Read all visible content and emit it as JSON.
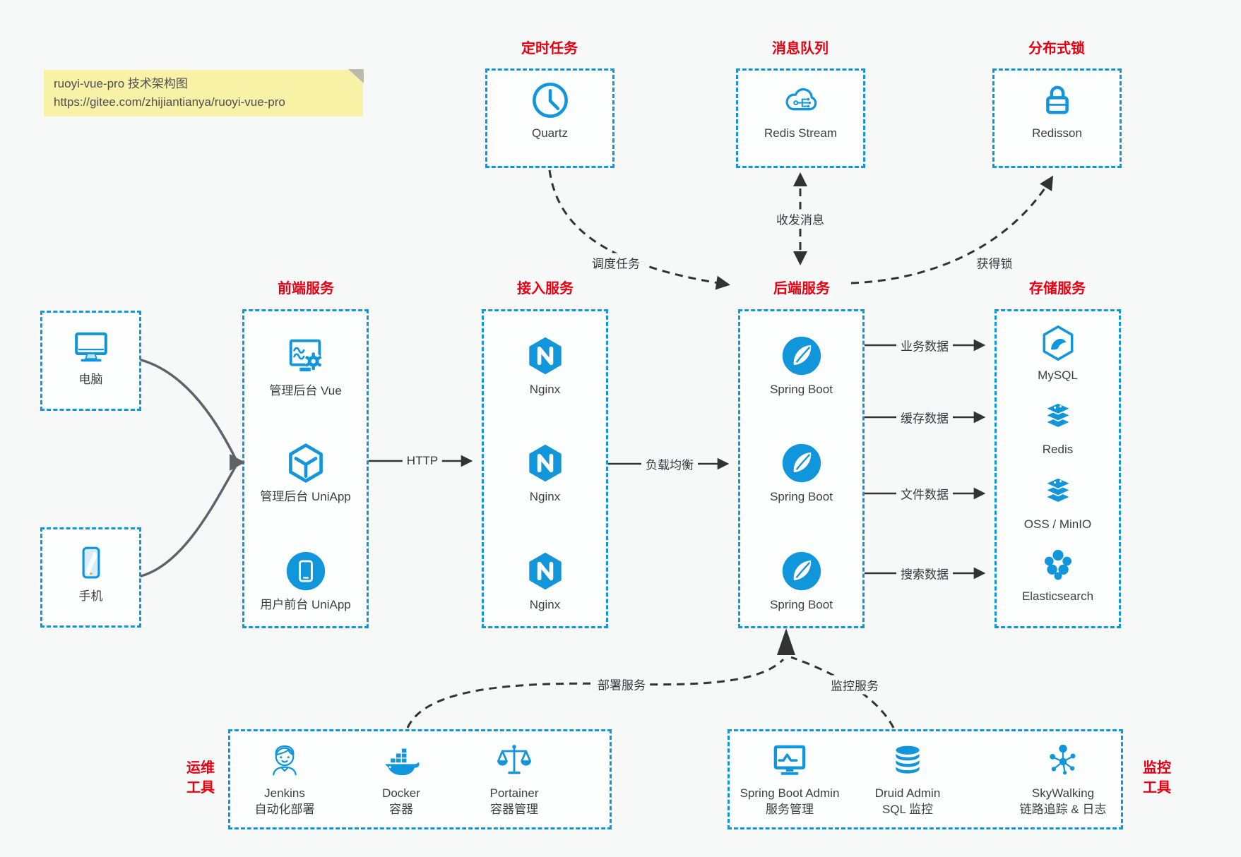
{
  "note": {
    "line1": "ruoyi-vue-pro 技术架构图",
    "line2": "https://gitee.com/zhijiantianya/ruoyi-vue-pro"
  },
  "colors": {
    "accent_blue": "#1296db",
    "title_red": "#e60012",
    "arrow_dark": "#333333",
    "note_bg": "#f8f2a7",
    "canvas_bg": "#f7f8f8"
  },
  "top_groups": [
    {
      "title": "定时任务",
      "icon": "clock-icon",
      "label": "Quartz"
    },
    {
      "title": "消息队列",
      "icon": "cloud-stream-icon",
      "label": "Redis Stream"
    },
    {
      "title": "分布式锁",
      "icon": "lock-icon",
      "label": "Redisson"
    }
  ],
  "devices": [
    {
      "icon": "desktop-icon",
      "label": "电脑"
    },
    {
      "icon": "mobile-icon",
      "label": "手机"
    }
  ],
  "columns": [
    {
      "title": "前端服务",
      "items": [
        {
          "icon": "admin-vue-icon",
          "label": "管理后台 Vue"
        },
        {
          "icon": "uniapp-cube-icon",
          "label": "管理后台 UniApp"
        },
        {
          "icon": "user-app-icon",
          "label": "用户前台 UniApp"
        }
      ]
    },
    {
      "title": "接入服务",
      "items": [
        {
          "icon": "nginx-icon",
          "label": "Nginx"
        },
        {
          "icon": "nginx-icon",
          "label": "Nginx"
        },
        {
          "icon": "nginx-icon",
          "label": "Nginx"
        }
      ]
    },
    {
      "title": "后端服务",
      "items": [
        {
          "icon": "spring-boot-icon",
          "label": "Spring Boot"
        },
        {
          "icon": "spring-boot-icon",
          "label": "Spring Boot"
        },
        {
          "icon": "spring-boot-icon",
          "label": "Spring Boot"
        }
      ]
    },
    {
      "title": "存储服务",
      "items": [
        {
          "icon": "mysql-icon",
          "label": "MySQL"
        },
        {
          "icon": "redis-stack-icon",
          "label": "Redis"
        },
        {
          "icon": "storage-stack-icon",
          "label": "OSS / MinIO"
        },
        {
          "icon": "elasticsearch-icon",
          "label": "Elasticsearch"
        }
      ]
    }
  ],
  "bottom_groups": [
    {
      "title_line1": "运维",
      "title_line2": "工具",
      "items": [
        {
          "icon": "jenkins-icon",
          "label": "Jenkins",
          "sublabel": "自动化部署"
        },
        {
          "icon": "docker-icon",
          "label": "Docker",
          "sublabel": "容器"
        },
        {
          "icon": "portainer-icon",
          "label": "Portainer",
          "sublabel": "容器管理"
        }
      ]
    },
    {
      "title_line1": "监控",
      "title_line2": "工具",
      "items": [
        {
          "icon": "springboot-admin-icon",
          "label": "Spring Boot Admin",
          "sublabel": "服务管理"
        },
        {
          "icon": "druid-icon",
          "label": "Druid Admin",
          "sublabel": "SQL 监控"
        },
        {
          "icon": "skywalking-icon",
          "label": "SkyWalking",
          "sublabel": "链路追踪 & 日志"
        }
      ]
    }
  ],
  "edges": {
    "http": "HTTP",
    "load_balance": "负载均衡",
    "business_data": "业务数据",
    "cache_data": "缓存数据",
    "file_data": "文件数据",
    "search_data": "搜索数据",
    "schedule_task": "调度任务",
    "send_receive_msg": "收发消息",
    "acquire_lock": "获得锁",
    "deploy_service": "部署服务",
    "monitor_service": "监控服务"
  }
}
